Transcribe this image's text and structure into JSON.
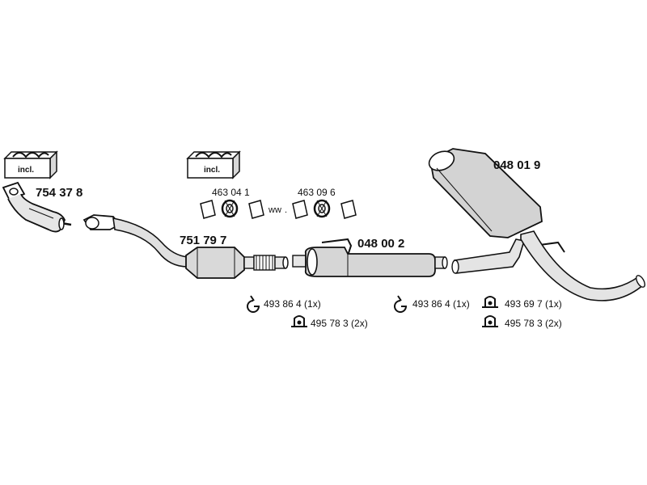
{
  "colors": {
    "line": "#111111",
    "shade": "#cfcfcf",
    "background": "#ffffff"
  },
  "kit_boxes": [
    {
      "label": "incl."
    },
    {
      "label": "incl."
    }
  ],
  "parts": {
    "front_pipe": {
      "part_no": "754 37 8"
    },
    "catalyst": {
      "part_no": "751 79 7"
    },
    "centre_silencer": {
      "part_no": "048 00 2"
    },
    "rear_silencer": {
      "part_no": "048 01 9"
    }
  },
  "gasket_left": {
    "part_no": "463 04 1"
  },
  "gasket_right": {
    "part_no": "463 09 6"
  },
  "connector_text": "ww",
  "accessories": [
    {
      "icon": "clamp-icon",
      "text": "493 86 4 (1x)"
    },
    {
      "icon": "rubber-mount-icon",
      "text": "495 78 3 (2x)"
    },
    {
      "icon": "clamp-icon",
      "text": "493 86 4 (1x)"
    },
    {
      "icon": "rubber-mount-icon",
      "text": "493 69 7 (1x)"
    },
    {
      "icon": "rubber-mount-icon",
      "text": "495 78 3 (2x)"
    }
  ]
}
